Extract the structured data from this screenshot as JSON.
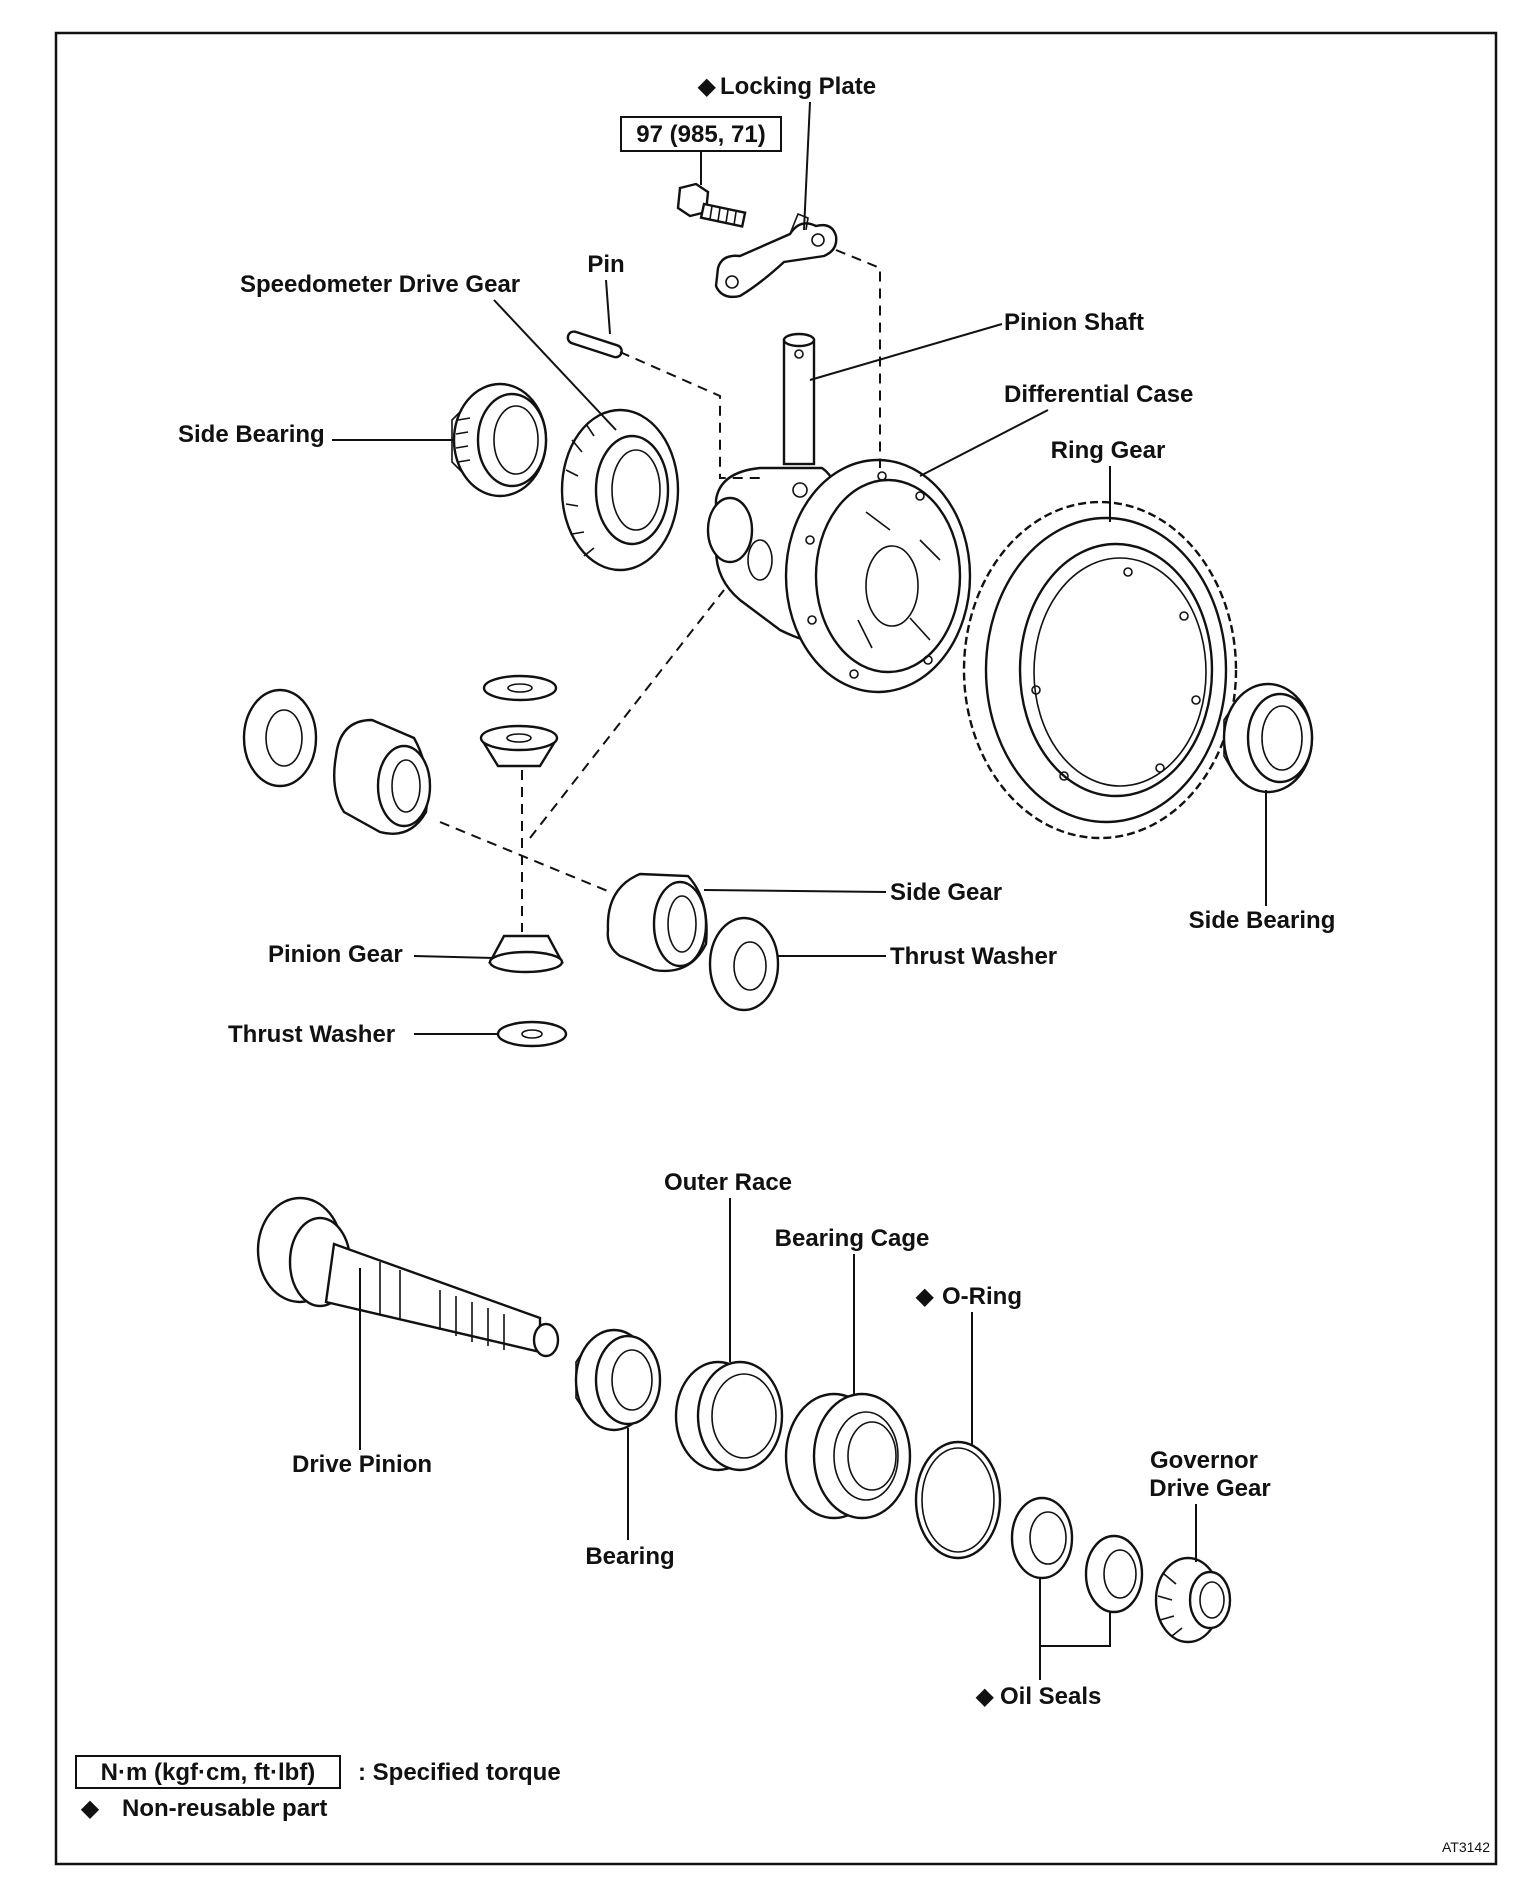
{
  "diagram": {
    "torque_spec": "97 (985, 71)",
    "diamond_glyph": "◆",
    "labels": {
      "locking_plate": "Locking Plate",
      "pin": "Pin",
      "speedometer_drive_gear": "Speedometer Drive Gear",
      "pinion_shaft": "Pinion Shaft",
      "differential_case": "Differential Case",
      "side_bearing_left": "Side Bearing",
      "ring_gear": "Ring Gear",
      "side_gear": "Side Gear",
      "side_bearing_right": "Side Bearing",
      "pinion_gear": "Pinion Gear",
      "thrust_washer_right": "Thrust Washer",
      "thrust_washer_left": "Thrust Washer",
      "outer_race": "Outer Race",
      "bearing_cage": "Bearing Cage",
      "o_ring": "O-Ring",
      "drive_pinion": "Drive Pinion",
      "governor_drive_gear_line1": "Governor",
      "governor_drive_gear_line2": "Drive Gear",
      "bearing": "Bearing",
      "oil_seals": "Oil Seals"
    },
    "legend": {
      "torque_unit_box": "N·m (kgf·cm, ft·lbf)",
      "torque_text": ": Specified torque",
      "nonreusable_text": "Non-reusable part"
    },
    "figure_code": "AT3142"
  }
}
